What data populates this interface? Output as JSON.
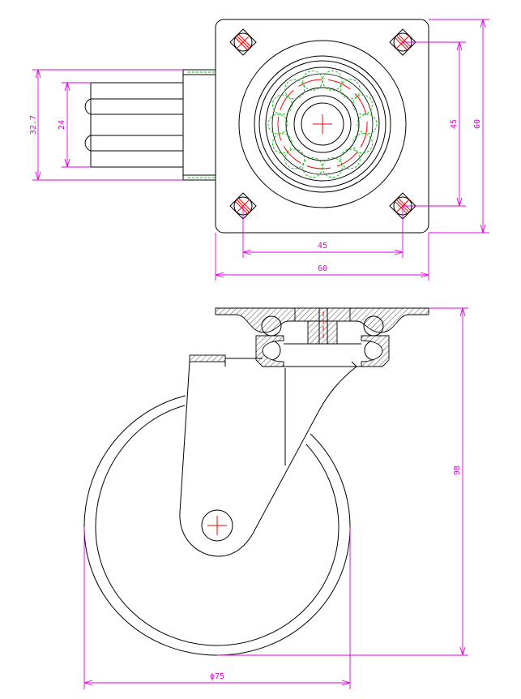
{
  "dimensions": {
    "overall_height": "32.7",
    "inner_height": "24",
    "top_hole_spacing_vertical": "45",
    "top_plate_size_vertical": "60",
    "top_hole_spacing_horizontal": "45",
    "top_plate_size_horizontal": "60",
    "caster_height": "98",
    "wheel_diameter": "ϕ75"
  },
  "colors": {
    "outline": "#000000",
    "dimension": "#e000e0",
    "hidden_line": "#00c000",
    "center_mark": "#ff0000"
  }
}
